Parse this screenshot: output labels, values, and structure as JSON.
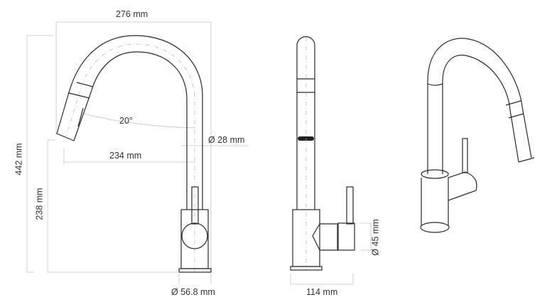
{
  "dimensions": {
    "width": "276 mm",
    "height_total": "442 mm",
    "spout_height": "238 mm",
    "angle": "20°",
    "pipe_diameter": "Ø 28 mm",
    "reach": "234 mm",
    "base_diameter": "Ø 56.8 mm",
    "depth": "114 mm",
    "handle_diameter": "Ø 45 mm"
  }
}
